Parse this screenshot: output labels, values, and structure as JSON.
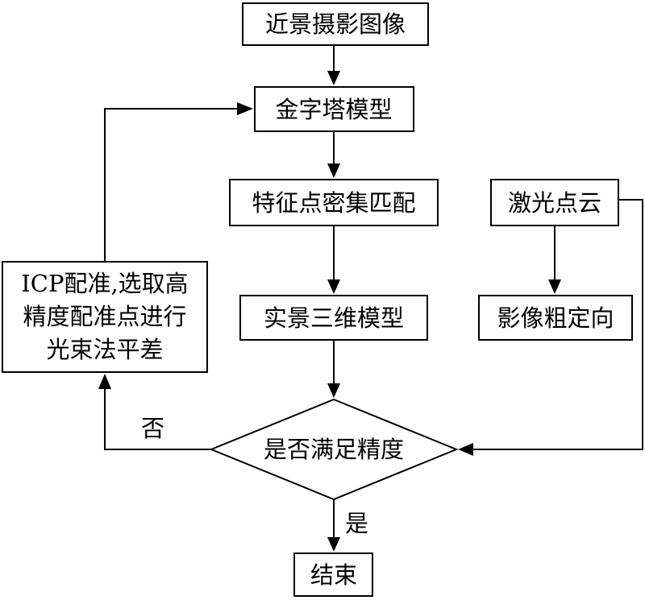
{
  "nodes": {
    "near_image": "近景摄影图像",
    "pyramid": "金字塔模型",
    "feature_match": "特征点密集匹配",
    "laser_cloud": "激光点云",
    "icp": [
      "ICP配准,选取高",
      "精度配准点进行",
      "光束法平差"
    ],
    "real_3d": "实景三维模型",
    "coarse_orient": "影像粗定向",
    "decision": "是否满足精度",
    "end": "结束"
  },
  "edge_labels": {
    "no": "否",
    "yes": "是"
  }
}
